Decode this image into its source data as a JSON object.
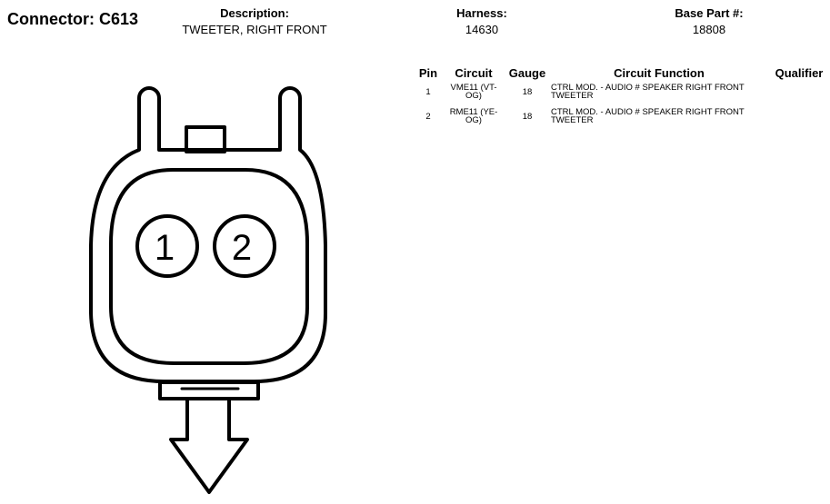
{
  "connector": {
    "title": "Connector: C613"
  },
  "header": {
    "description_label": "Description:",
    "description_value": "TWEETER, RIGHT FRONT",
    "harness_label": "Harness:",
    "harness_value": "14630",
    "base_part_label": "Base Part #:",
    "base_part_value": "18808"
  },
  "table": {
    "columns": [
      "Pin",
      "Circuit",
      "Gauge",
      "Circuit Function",
      "Qualifier"
    ],
    "rows": [
      {
        "pin": "1",
        "circuit_line1": "VME11 (VT-",
        "circuit_line2": "OG)",
        "gauge": "18",
        "function_line1": "CTRL MOD. - AUDIO # SPEAKER RIGHT FRONT",
        "function_line2": "TWEETER",
        "qualifier": ""
      },
      {
        "pin": "2",
        "circuit_line1": "RME11 (YE-",
        "circuit_line2": "OG)",
        "gauge": "18",
        "function_line1": "CTRL MOD. - AUDIO # SPEAKER RIGHT FRONT",
        "function_line2": "TWEETER",
        "qualifier": ""
      }
    ]
  },
  "diagram": {
    "pin_labels": [
      "1",
      "2"
    ]
  }
}
